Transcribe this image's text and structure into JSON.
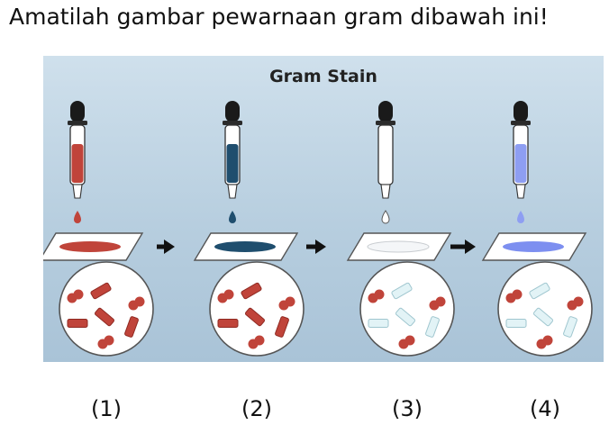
{
  "question": "Amatilah gambar pewarnaan gram dibawah ini!",
  "diagram": {
    "title": "Gram Stain",
    "steps": [
      {
        "label": "(1)",
        "dye_color": "#c0443a",
        "stain_color": "#c0443a",
        "rod_color": "#c0443a",
        "rod_edge": "#8f2a22"
      },
      {
        "label": "(2)",
        "dye_color": "#1f4e6e",
        "stain_color": "#1f4e6e",
        "rod_color": "#c0443a",
        "rod_edge": "#8f2a22"
      },
      {
        "label": "(3)",
        "dye_color": "#ffffff",
        "stain_color": "#f4f6f8",
        "rod_color": "#e2f3f6",
        "rod_edge": "#9fc6cf"
      },
      {
        "label": "(4)",
        "dye_color": "#8e9ef2",
        "stain_color": "#7d8ff0",
        "rod_color": "#e2f3f6",
        "rod_edge": "#9fc6cf"
      }
    ],
    "cocci_color": "#c0443a",
    "arrow_color": "#111111"
  }
}
